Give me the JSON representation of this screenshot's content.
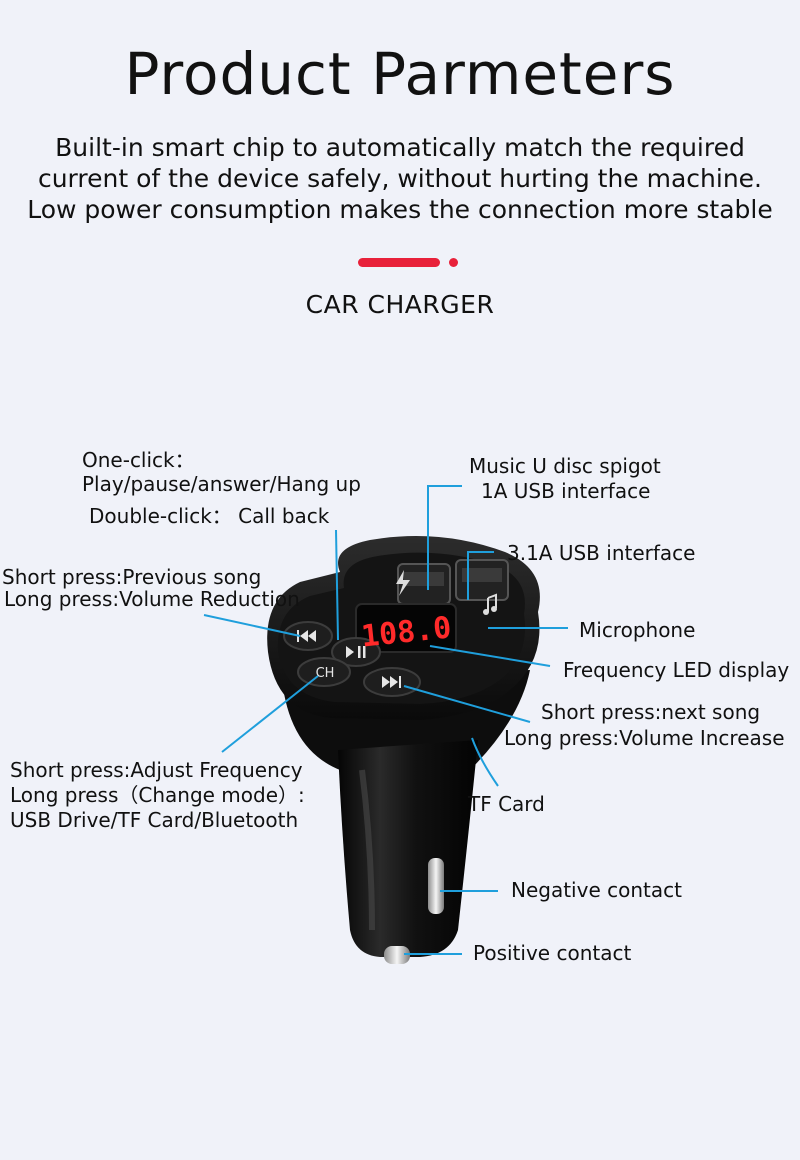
{
  "header": {
    "title": "Product Parmeters",
    "description": [
      "Built-in smart chip to automatically match the required",
      "current of the device safely, without hurting the machine.",
      "Low power consumption makes the connection more stable"
    ],
    "subtitle": "CAR CHARGER"
  },
  "colors": {
    "accent": "#e8213a",
    "callout_line": "#1f9fdc",
    "led": "#ff2a2a"
  },
  "callouts": {
    "one_click_title": "One-click：",
    "one_click_actions": "Play/pause/answer/Hang up",
    "double_click": "Double-click： Call back",
    "music_port_line1": "Music U disc spigot",
    "music_port_line2": "1A USB interface",
    "usb_31a": "3.1A USB interface",
    "prev_short": "Short press:Previous song",
    "prev_long": "Long press:Volume Reduction",
    "microphone": "Microphone",
    "led_display": "Frequency LED display",
    "next_short": "Short press:next song",
    "next_long": "Long press:Volume Increase",
    "ch_short": "Short press:Adjust Frequency",
    "ch_long": "Long press（Change mode）:",
    "ch_modes": "USB Drive/TF Card/Bluetooth",
    "tf_card": "TF Card",
    "negative": "Negative contact",
    "positive": "Positive contact"
  },
  "device": {
    "led_value": "108.0",
    "ch_label": "CH"
  },
  "icons": [
    "previous-track-icon",
    "play-pause-icon",
    "next-track-icon",
    "lightning-icon",
    "music-note-icon"
  ]
}
